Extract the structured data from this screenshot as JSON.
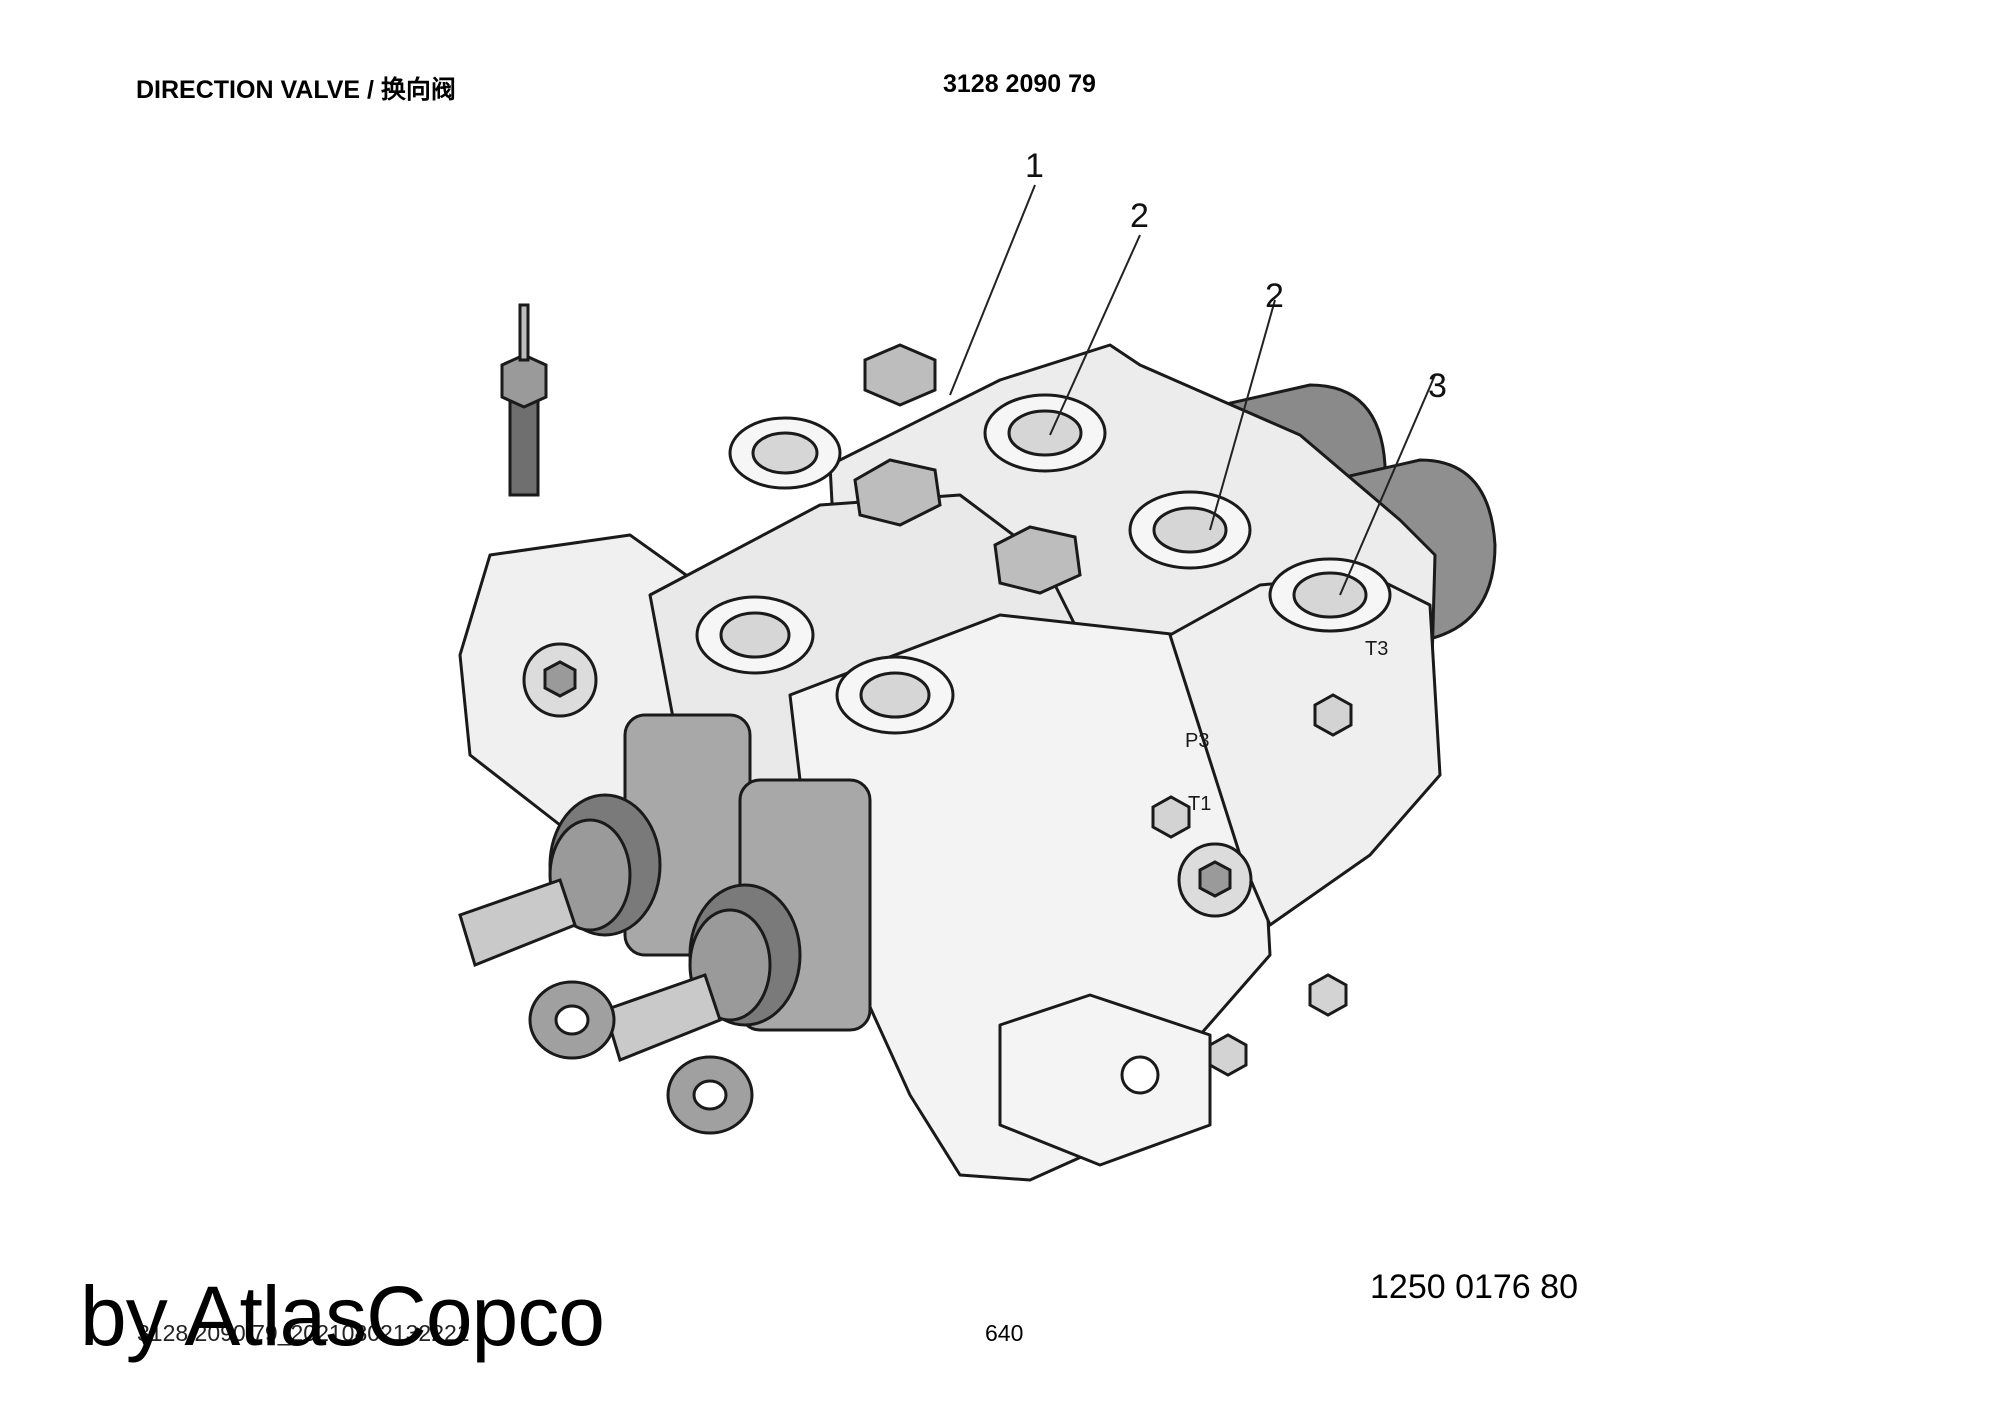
{
  "header": {
    "title": "DIRECTION VALVE / 换向阀",
    "part_number": "3128 2090 79"
  },
  "figure": {
    "callouts": [
      "1",
      "2",
      "2",
      "3"
    ],
    "port_labels": [
      "T3",
      "P3",
      "T1"
    ],
    "drawing_number": "1250 0176 80"
  },
  "footer": {
    "document_id": "3128 2090 79_20210802132221",
    "page_number": "640",
    "watermark": "by AtlasCopco"
  }
}
